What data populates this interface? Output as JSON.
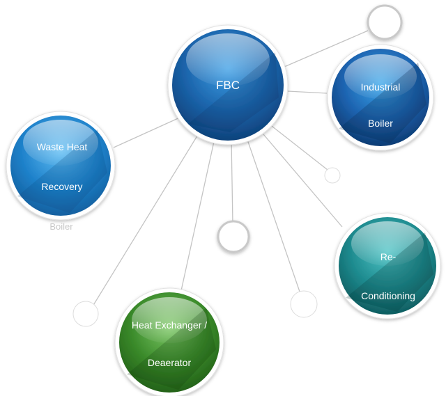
{
  "center": {
    "label": "FBC"
  },
  "nodes": {
    "industrial_boiler": {
      "line1": "Industrial",
      "line2": "Boiler",
      "color": "#1c5aa3"
    },
    "waste_heat_recovery": {
      "line1": "Waste Heat",
      "line2": "Recovery",
      "caption": "Boiler",
      "color": "#1e78c2"
    },
    "heat_exchanger": {
      "line1": "Heat Exchanger /",
      "line2": "Deaerator",
      "color": "#3f8a2c"
    },
    "reconditioning": {
      "line1": "Re-",
      "line2": "Conditioning",
      "color": "#1f8c8e"
    }
  },
  "colors": {
    "connector": "#c4c4c4",
    "center": "#1a5fa3"
  }
}
